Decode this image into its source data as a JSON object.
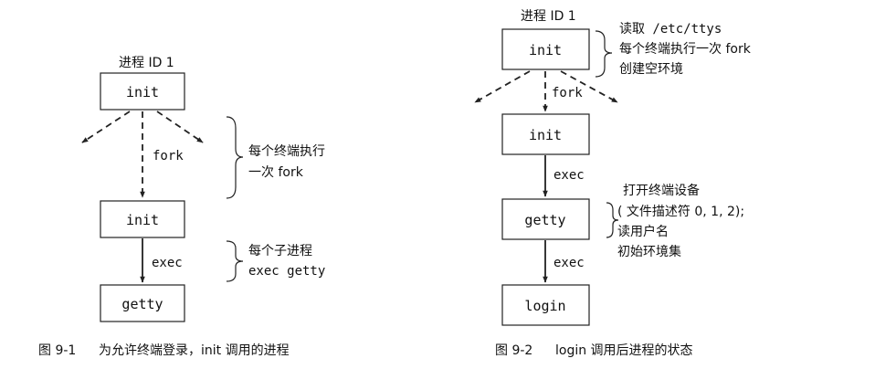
{
  "figure1": {
    "process_id_label": "进程 ID 1",
    "box_init_top": "init",
    "fork_label": "fork",
    "box_init_mid": "init",
    "exec_label": "exec",
    "box_getty": "getty",
    "note_fork_line1": "每个终端执行",
    "note_fork_line2": "一次 fork",
    "note_exec_line1": "每个子进程",
    "note_exec_line2": "exec getty",
    "caption_num": "图 9-1",
    "caption_text": "为允许终端登录，init 调用的进程"
  },
  "figure2": {
    "process_id_label": "进程 ID 1",
    "box_init_top": "init",
    "fork_label": "fork",
    "box_init_mid": "init",
    "exec_label1": "exec",
    "box_getty": "getty",
    "exec_label2": "exec",
    "box_login": "login",
    "note_init_line1": "读取 /etc/ttys",
    "note_init_line2": "每个终端执行一次 fork",
    "note_init_line3": "创建空环境",
    "note_getty_line1": "打开终端设备",
    "note_getty_line2": "( 文件描述符 0, 1, 2);",
    "note_getty_line3": "读用户名",
    "note_getty_line4": "初始环境集",
    "caption_num": "图 9-2",
    "caption_text": "login 调用后进程的状态"
  }
}
